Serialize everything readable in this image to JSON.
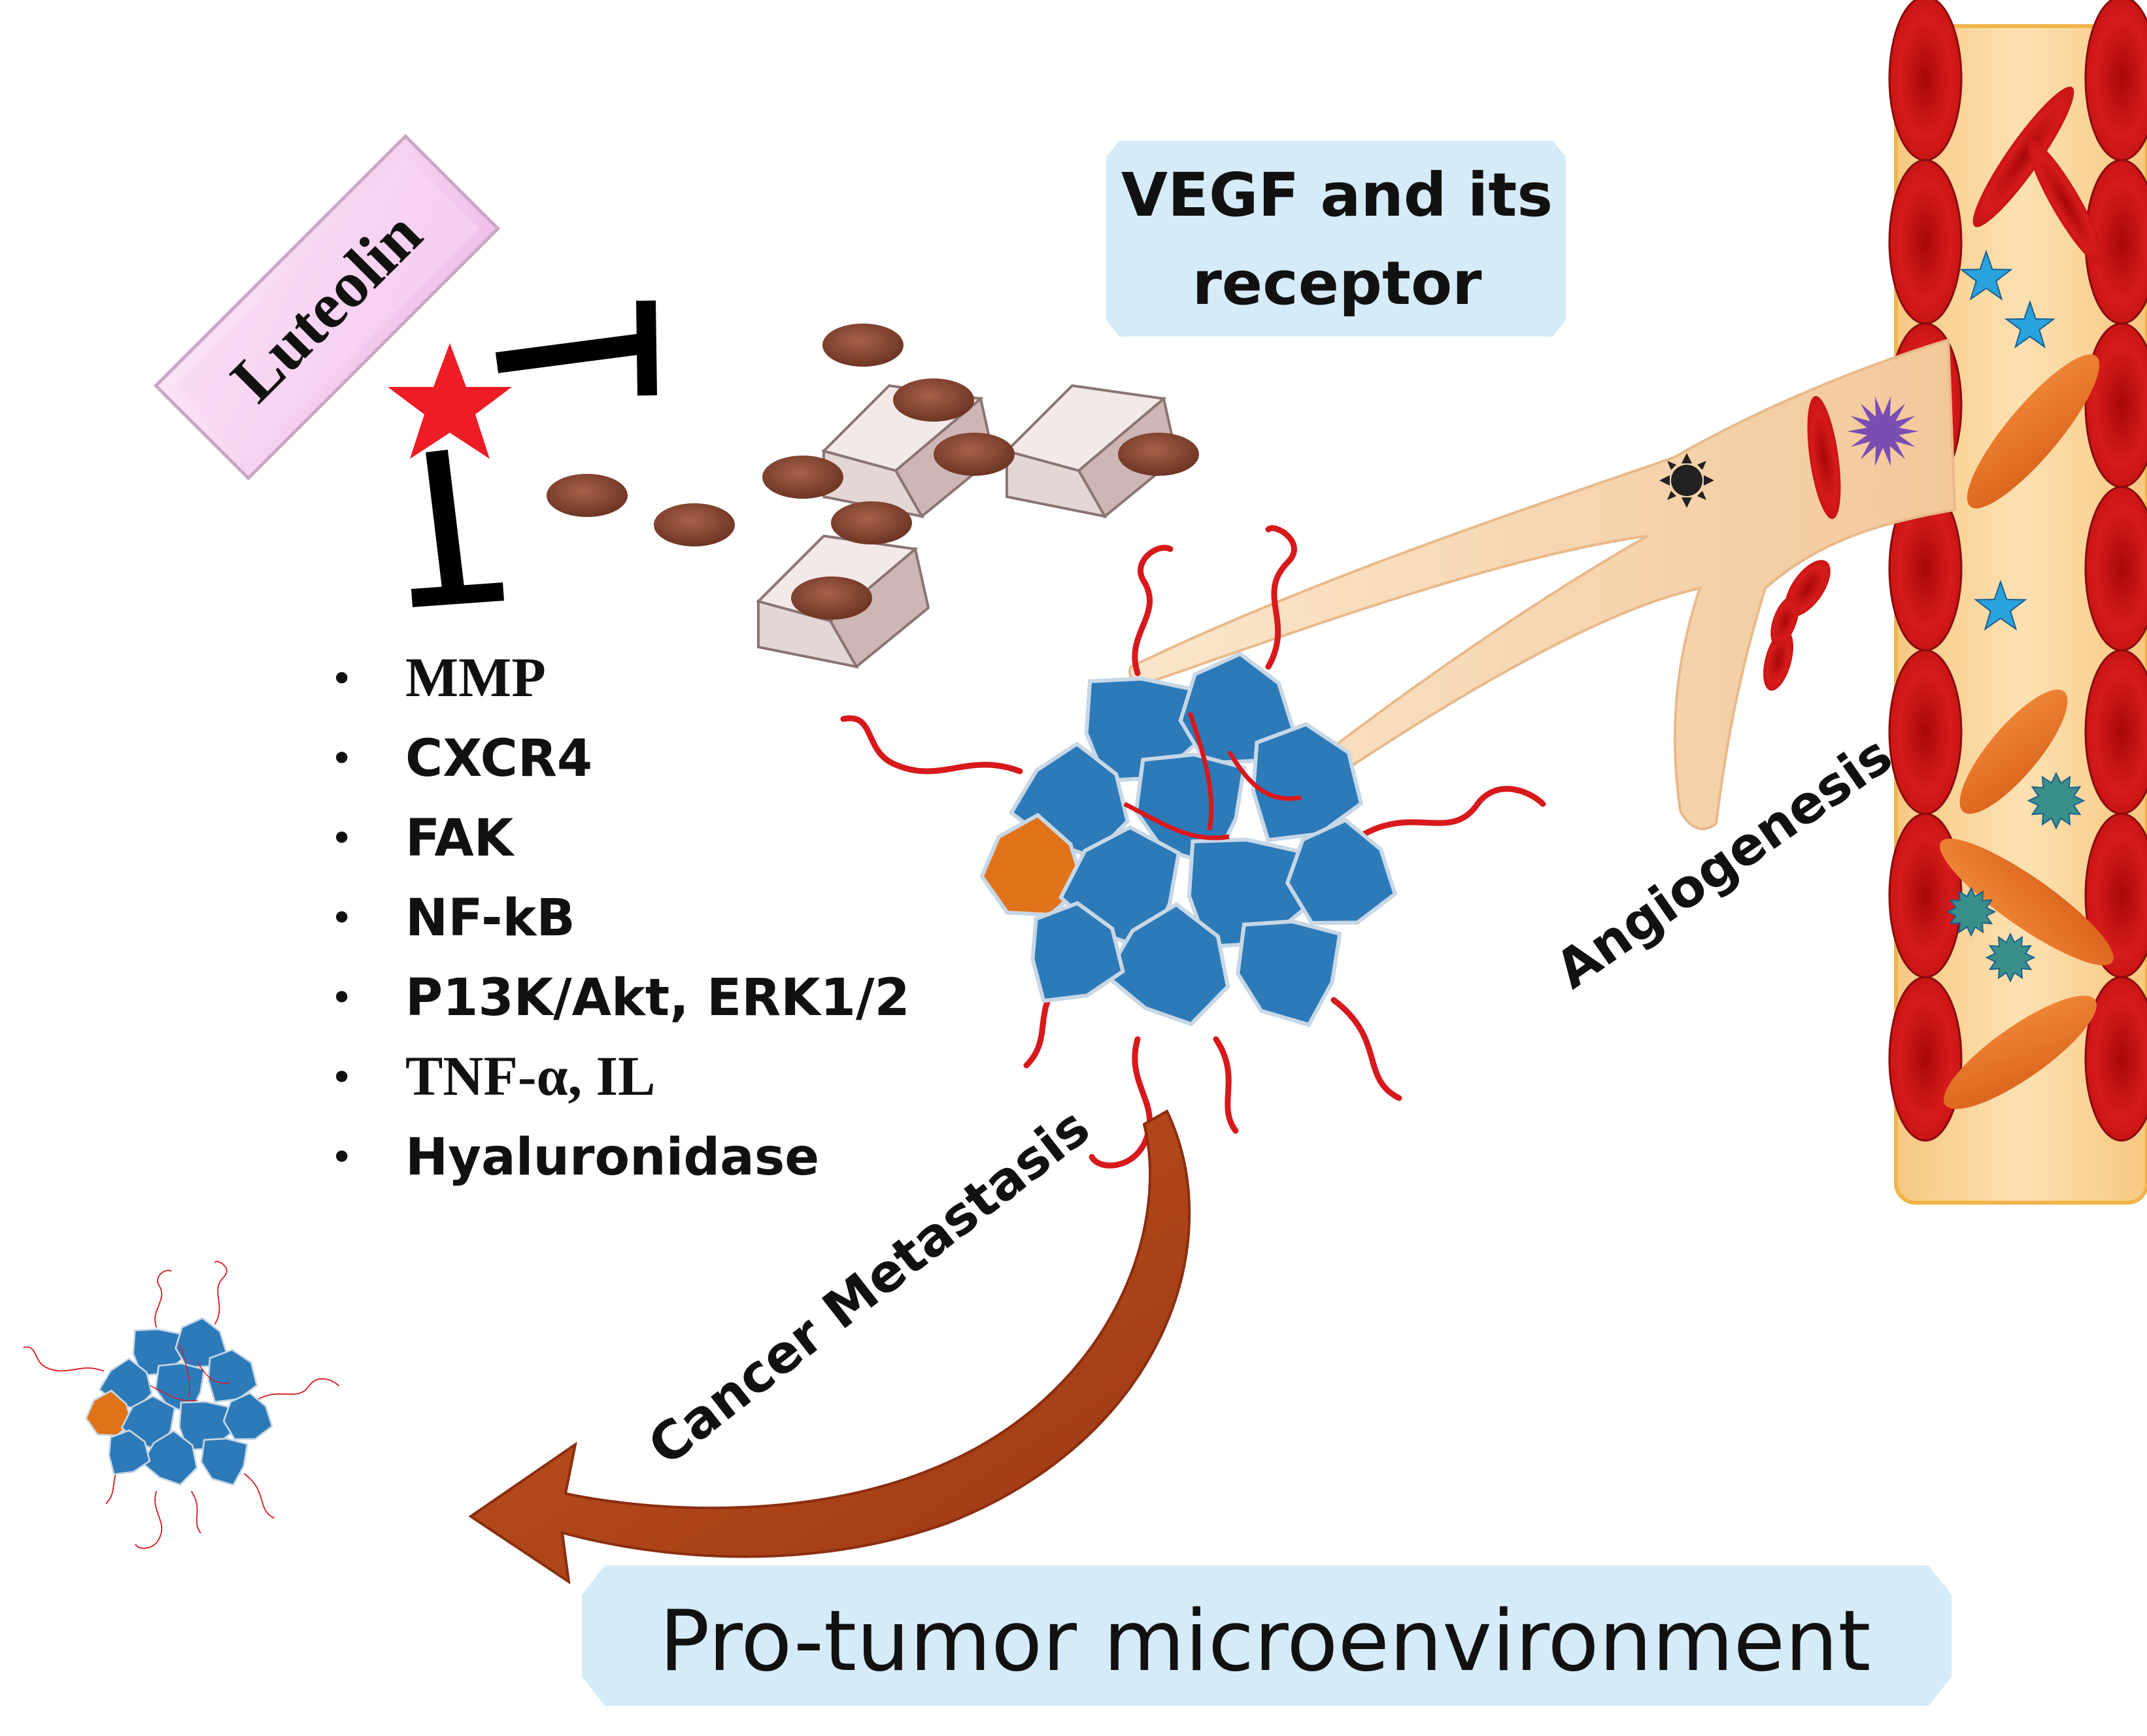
{
  "luteolin": {
    "label": "Luteolin"
  },
  "vegf": {
    "line1": "VEGF and its",
    "line2": "receptor"
  },
  "targets": [
    {
      "label": "MMP",
      "font": "serif"
    },
    {
      "label": "CXCR4",
      "font": "sans"
    },
    {
      "label": "FAK",
      "font": "sans"
    },
    {
      "label": "NF-kB",
      "font": "mixed"
    },
    {
      "label": "P13K/Akt, ERK1/2",
      "font": "sans"
    },
    {
      "label": "TNF-α, IL",
      "font": "serif"
    },
    {
      "label": "Hyaluronidase",
      "font": "sans"
    }
  ],
  "targets_bullet": "•",
  "angiogenesis": {
    "label": "Angiogenesis"
  },
  "metastasis": {
    "label": "Cancer Metastasis"
  },
  "microenvironment": {
    "label": "Pro-tumor microenvironment"
  },
  "colors": {
    "star": "#ee1c24",
    "inhibit": "#000000",
    "vegf_ligand": "#8b4a35",
    "receptor": "#c9b3b1",
    "tumor_blue": "#2d7ab9",
    "tumor_orange": "#e0731a",
    "tendril": "#d7191c",
    "vessel": "#fbd79e",
    "rbc": "#d01818",
    "arrow": "#b2461c",
    "label_bg": "#d6ecf7",
    "luteolin_bg": "#f7d7f3"
  }
}
